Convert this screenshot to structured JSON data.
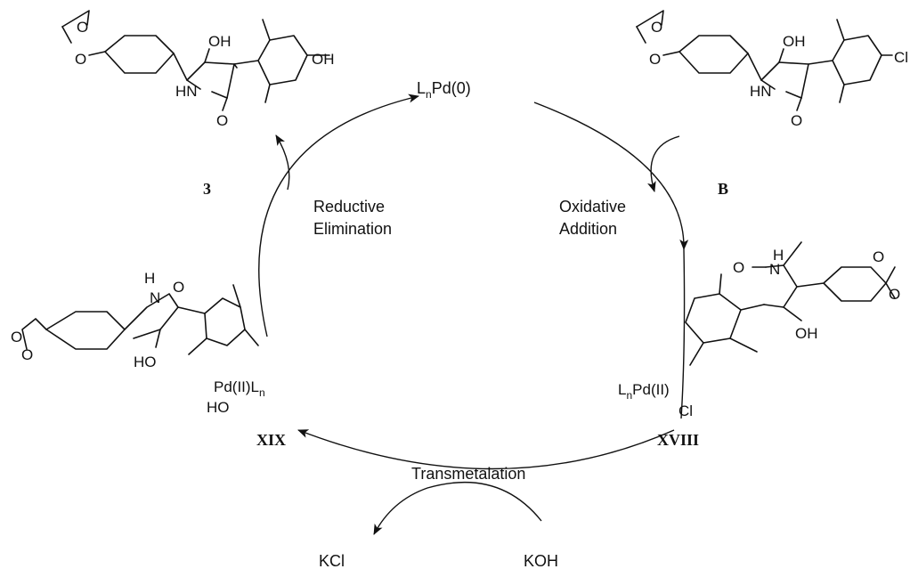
{
  "catalyst": {
    "main": "L",
    "sub": "n",
    "rest": "Pd(0)"
  },
  "steps": {
    "reductive": [
      "Reductive",
      "Elimination"
    ],
    "oxidative": [
      "Oxidative",
      "Addition"
    ],
    "transmetalation": "Transmetalation"
  },
  "compounds": {
    "product": "3",
    "substrate": "B",
    "xviii": "XVIII",
    "xix": "XIX"
  },
  "reagents": {
    "in": "KOH",
    "out": "KCl"
  },
  "atoms": {
    "O": "O",
    "OH": "OH",
    "HN": "HN",
    "N": "N",
    "H": "H",
    "HO": "HO",
    "Cl": "Cl",
    "pd_xviii": {
      "main": "L",
      "sub": "n",
      "rest": "Pd(II)"
    },
    "pd_xix": {
      "pre": "Pd(II)L",
      "sub": "n"
    }
  }
}
